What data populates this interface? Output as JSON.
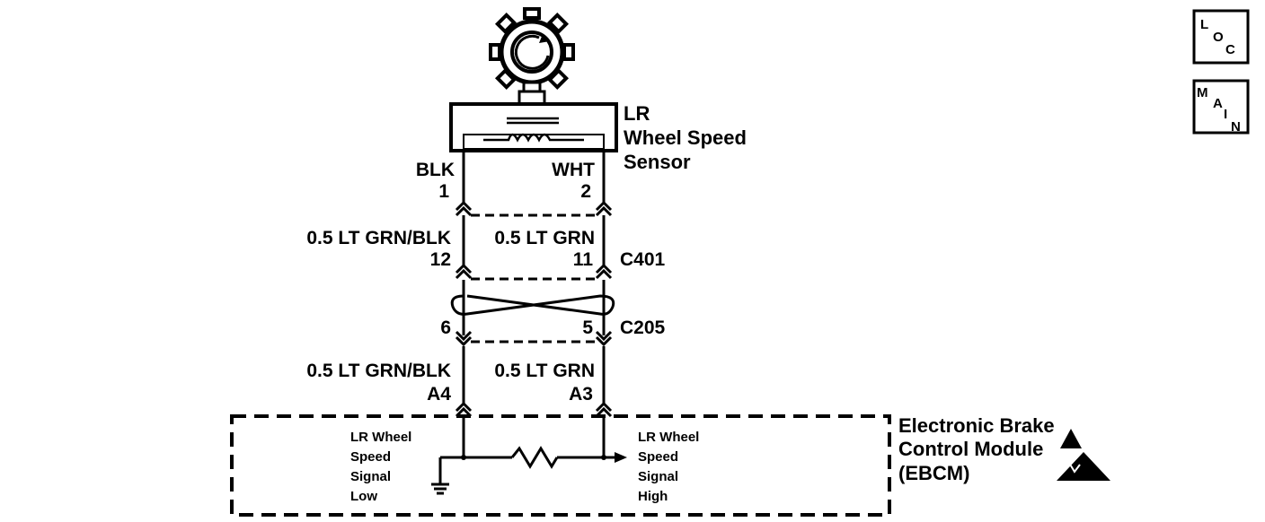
{
  "sensor": {
    "name_line1": "LR",
    "name_line2": "Wheel Speed",
    "name_line3": "Sensor"
  },
  "terminals": {
    "left_color": "BLK",
    "left_pin": "1",
    "right_color": "WHT",
    "right_pin": "2"
  },
  "connector_c401": {
    "name": "C401",
    "left_pin": "12",
    "right_pin": "11"
  },
  "connector_c205": {
    "name": "C205",
    "left_pin": "6",
    "right_pin": "5"
  },
  "wires": {
    "upper_left": "0.5 LT GRN/BLK",
    "upper_right": "0.5 LT GRN",
    "lower_left": "0.5 LT GRN/BLK",
    "lower_right": "0.5 LT GRN"
  },
  "ebcm": {
    "left_pin": "A4",
    "right_pin": "A3",
    "name_line1": "Electronic Brake",
    "name_line2": "Control Module",
    "name_line3": "(EBCM)",
    "low_signal": [
      "LR Wheel",
      "Speed",
      "Signal",
      "Low"
    ],
    "high_signal": [
      "LR Wheel",
      "Speed",
      "Signal",
      "High"
    ]
  },
  "nav_buttons": {
    "loc": [
      "L",
      "O",
      "C"
    ],
    "main": [
      "M",
      "A",
      "I",
      "N"
    ]
  }
}
